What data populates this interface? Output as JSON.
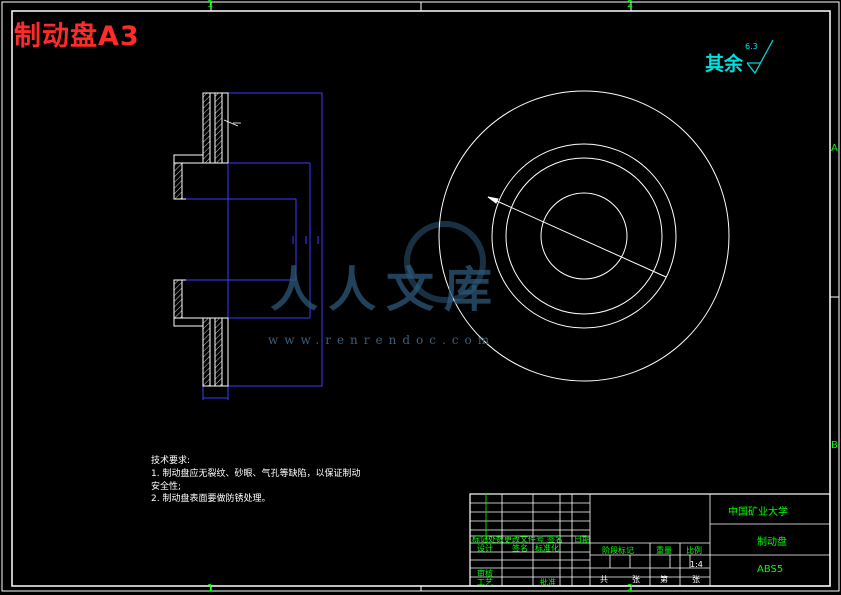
{
  "drawing": {
    "title": "制动盘A3",
    "roughness_label": "其余",
    "roughness_value": "6.3"
  },
  "border_zones": {
    "top": [
      "1",
      "2"
    ],
    "bottom": [
      "1",
      "2"
    ],
    "right": [
      "A",
      "B"
    ]
  },
  "tech_requirements": {
    "heading": "技术要求:",
    "line1": "1. 制动盘应无裂纹、砂眼、气孔等缺陷，以保证制动",
    "line2": "安全性;",
    "line3": "2. 制动盘表面要做防锈处理。"
  },
  "title_block": {
    "school": "中国矿业大学",
    "part_name": "制动盘",
    "material": "ABS5",
    "labels": {
      "mark": "标记",
      "count": "处数",
      "zone": "分区",
      "change_doc": "更改文件号",
      "sign": "签名",
      "date": "日期",
      "design": "设计",
      "standardize": "标准化",
      "check": "审核",
      "process": "工艺",
      "approve": "批准",
      "stage_mark": "阶段标记",
      "weight": "重量",
      "scale": "比例",
      "total": "共",
      "sheet": "张",
      "page": "第",
      "scale_value": "1:4"
    }
  },
  "watermark": {
    "text": "人人文库",
    "url": "www.renrendoc.com"
  }
}
